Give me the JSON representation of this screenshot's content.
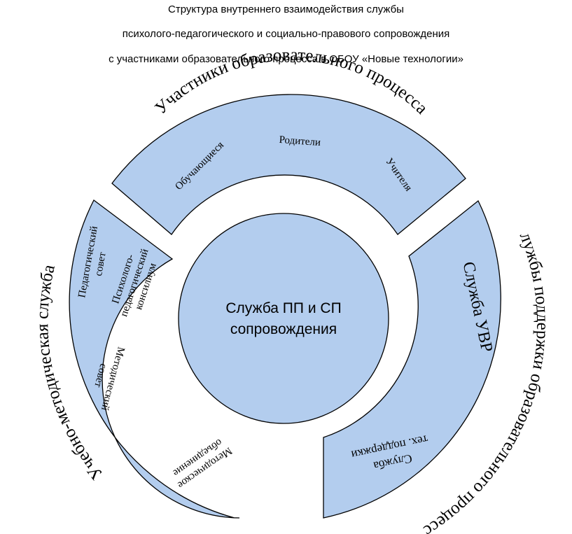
{
  "title": {
    "line1": "Структура внутреннего взаимодействия службы",
    "line2": "психолого-педагогического  и  социально-правового сопровождения",
    "line3": "с участниками образовательного процесса в ОБОУ «Новые технологии»"
  },
  "center": {
    "line1": "Служба ПП и СП",
    "line2": "сопровождения"
  },
  "ring_labels": {
    "top": "Участники образовательного процесса",
    "left": "Учебно-методическая служба",
    "right": "Службы поддержки образовательного процесса"
  },
  "top_segment": {
    "students": "Обучающиеся",
    "parents": "Родители",
    "teachers": "Учителя"
  },
  "left_segment": {
    "ped_council_1": "Педагогический",
    "ped_council_2": "совет",
    "psy_council_1": "Психолого-",
    "psy_council_2": "педагогический",
    "psy_council_3": "консилиум",
    "method_council_1": "Методический",
    "method_council_2": "совет",
    "method_union_1": "Методическое",
    "method_union_2": "объединение"
  },
  "right_segment": {
    "uvr": "Служба УВР",
    "tech_1": "Служба",
    "tech_2": "тех. поддержки"
  },
  "colors": {
    "segment_fill": "#b3cdee",
    "stroke": "#000000"
  }
}
